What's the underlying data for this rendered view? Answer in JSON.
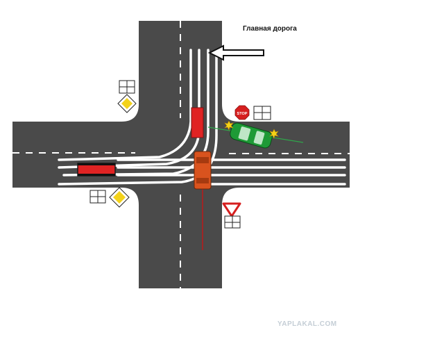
{
  "caption": "Главная дорога",
  "watermark": "YAPLAKAL.COM",
  "stop_sign_text": "STOP",
  "colors": {
    "road": "#4a4a4a",
    "marking": "#ffffff",
    "red_car": "#e02323",
    "orange_car": "#d9531e",
    "green_car": "#1e9a36",
    "priority_sign": "#f3d21b",
    "yield_border": "#d61f1f",
    "stop_sign": "#d61f1f",
    "trajectory": "#b41d1d",
    "green_trajectory": "#2fa64a"
  },
  "icons": [
    "priority-road-sign-icon",
    "yield-sign-icon",
    "stop-sign-icon",
    "intersection-plate-icon",
    "arrow-icon",
    "impact-star-icon"
  ]
}
